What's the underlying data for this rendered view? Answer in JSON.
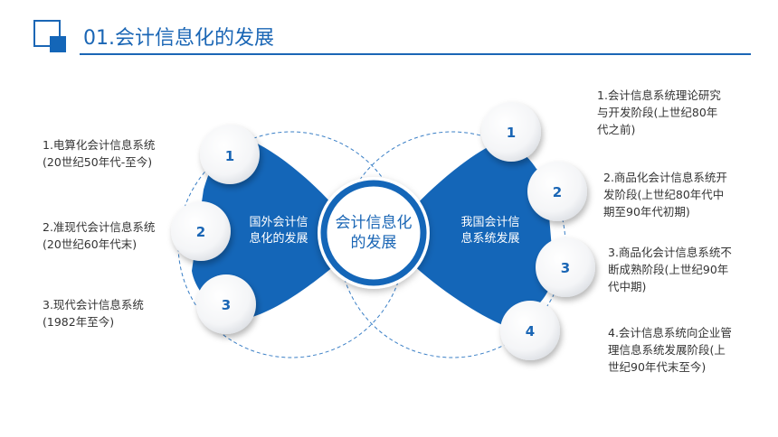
{
  "header": {
    "title": "01.会计信息化的发展"
  },
  "colors": {
    "primary": "#1a66b5",
    "wing": "#1466b8",
    "text": "#333333"
  },
  "center": {
    "line1": "会计信息化",
    "line2": "的发展"
  },
  "left_wing": {
    "line1": "国外会计信",
    "line2": "息化的发展",
    "items": [
      {
        "num": "1",
        "line1": "1.电算化会计信息系统",
        "line2": "(20世纪50年代-至今)"
      },
      {
        "num": "2",
        "line1": "2.准现代会计信息系统",
        "line2": "(20世纪60年代末)"
      },
      {
        "num": "3",
        "line1": "3.现代会计信息系统",
        "line2": "(1982年至今)"
      }
    ]
  },
  "right_wing": {
    "line1": "我国会计信",
    "line2": "息系统发展",
    "items": [
      {
        "num": "1",
        "line1": "1.会计信息系统理论研究",
        "line2": "与开发阶段(上世纪80年",
        "line3": "代之前)"
      },
      {
        "num": "2",
        "line1": "2.商品化会计信息系统开",
        "line2": "发阶段(上世纪80年代中",
        "line3": "期至90年代初期)"
      },
      {
        "num": "3",
        "line1": "3.商品化会计信息系统不",
        "line2": "断成熟阶段(上世纪90年",
        "line3": "代中期)"
      },
      {
        "num": "4",
        "line1": "4.会计信息系统向企业管",
        "line2": "理信息系统发展阶段(上",
        "line3": "世纪90年代末至今)"
      }
    ]
  }
}
